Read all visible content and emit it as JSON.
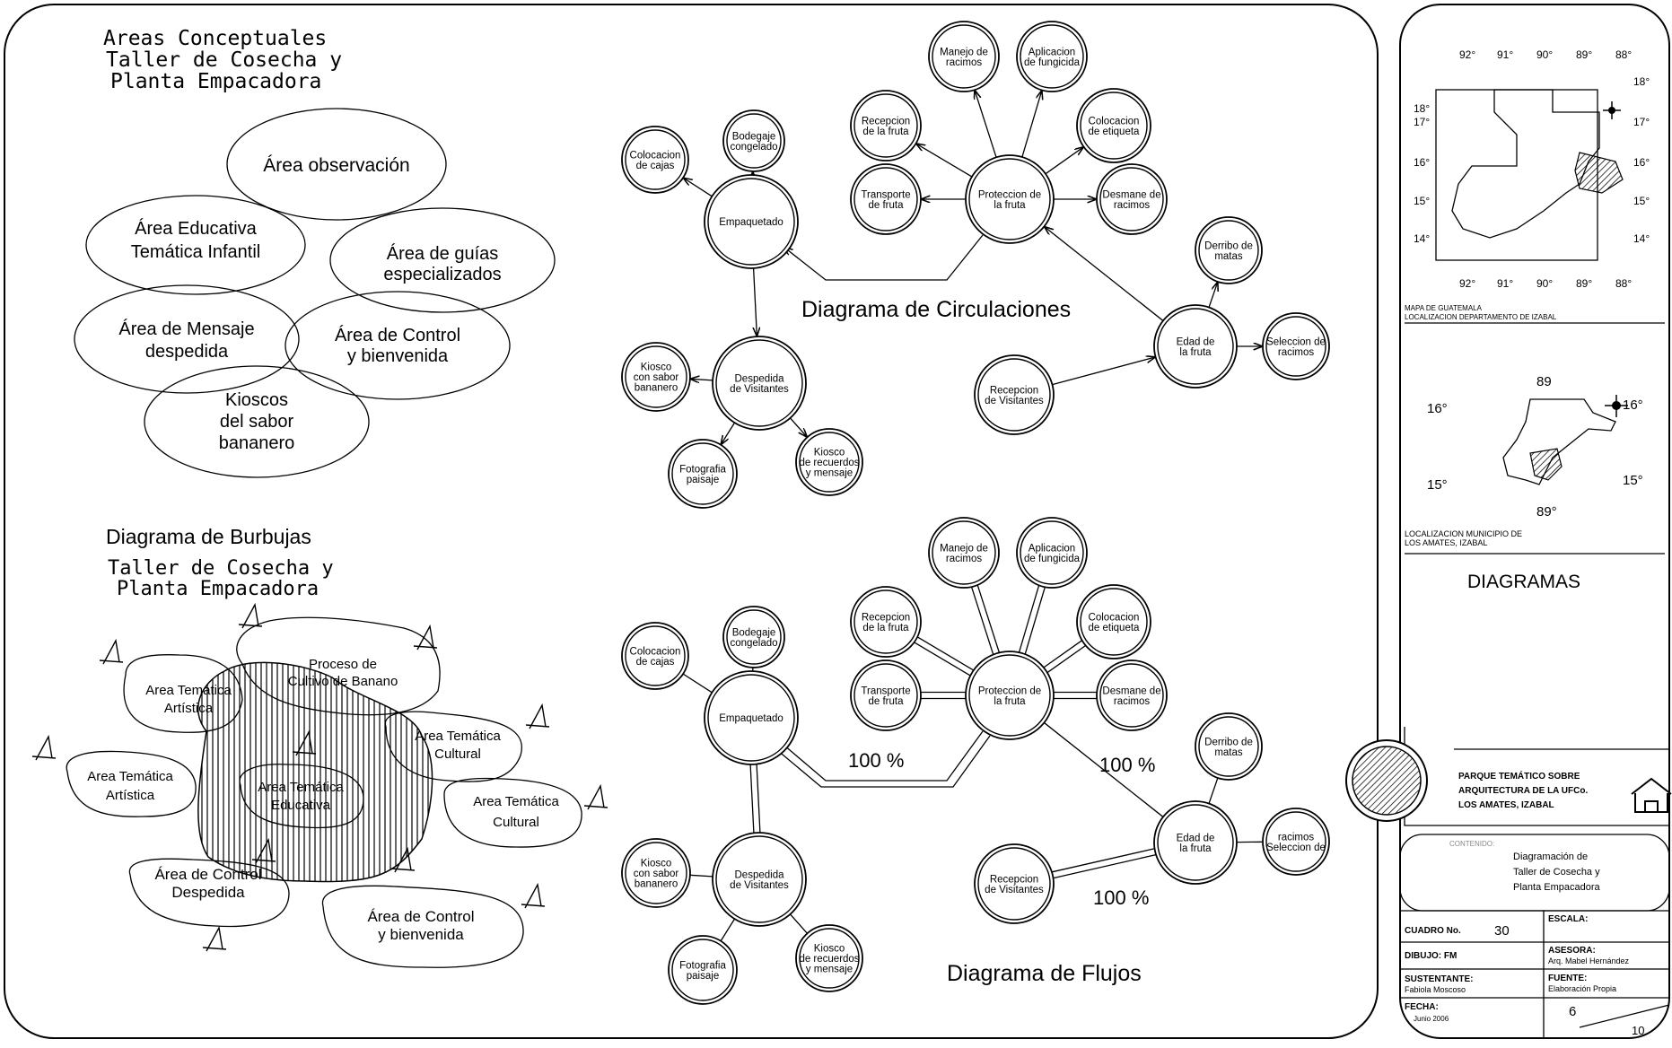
{
  "conceptual": {
    "title": [
      "Areas Conceptuales",
      "Taller de Cosecha y",
      "Planta Empacadora"
    ],
    "areas": {
      "observacion": [
        "Área observación"
      ],
      "educativa": [
        "Área Educativa",
        "Temática Infantil"
      ],
      "guias": [
        "Área de guías",
        "especializados"
      ],
      "mensaje": [
        "Área de Mensaje",
        "despedida"
      ],
      "control": [
        "Área de Control",
        "y bienvenida"
      ],
      "kioscos": [
        "Kioscos",
        "del sabor",
        "bananero"
      ]
    }
  },
  "bubbles": {
    "title": [
      "Diagrama de Burbujas",
      "Taller de Cosecha y",
      "Planta Empacadora"
    ],
    "areas": {
      "proceso": [
        "Proceso de",
        "Cultivo de Banano"
      ],
      "artistica1": [
        "Area Temática",
        "Artística"
      ],
      "artistica2": [
        "Area Temática",
        "Artística"
      ],
      "cultural1": [
        "Area Temática",
        "Cultural"
      ],
      "cultural2": [
        "Area Temática",
        "Cultural"
      ],
      "educativa": [
        "Area Temática",
        "Educativa"
      ],
      "despedida": [
        "Área de Control",
        "Despedida"
      ],
      "bienvenida": [
        "Área de Control",
        "y bienvenida"
      ]
    }
  },
  "circulation": {
    "title": "Diagrama de Circulaciones",
    "nodes": {
      "manejo": [
        "Manejo de",
        "racimos"
      ],
      "aplicacion": [
        "Aplicacion",
        "de fungicida"
      ],
      "recepcion_fruta": [
        "Recepcion",
        "de la fruta"
      ],
      "colocacion_etiqueta": [
        "Colocacion",
        "de etiqueta"
      ],
      "transporte": [
        "Transporte",
        "de fruta"
      ],
      "proteccion": [
        "Proteccion de",
        "la fruta"
      ],
      "desmane": [
        "Desmane de",
        "racimos"
      ],
      "bodegaje": [
        "Bodegaje",
        "congelado"
      ],
      "colocacion_cajas": [
        "Colocacion",
        "de cajas"
      ],
      "empaquetado": [
        "Empaquetado"
      ],
      "derribo": [
        "Derribo de",
        "matas"
      ],
      "edad": [
        "Edad de",
        "la fruta"
      ],
      "seleccion": [
        "Seleccion de",
        "racimos"
      ],
      "recepcion_visitantes": [
        "Recepcion",
        "de Visitantes"
      ],
      "kiosco": [
        "Kiosco",
        "con sabor",
        "bananero"
      ],
      "despedida": [
        "Despedida",
        "de Visitantes"
      ],
      "fotografia": [
        "Fotografia",
        "paisaje"
      ],
      "kiosco_recuerdo": [
        "Kiosco",
        "de recuerdos",
        "y mensaje"
      ]
    }
  },
  "flows": {
    "title": "Diagrama de Flujos",
    "percent_1": "100 %",
    "percent_2": "100 %",
    "percent_3": "100 %",
    "nodes": {
      "manejo": [
        "Manejo de",
        "racimos"
      ],
      "aplicacion": [
        "Aplicacion",
        "de fungicida"
      ],
      "recepcion_fruta": [
        "Recepcion",
        "de la fruta"
      ],
      "colocacion_etiqueta": [
        "Colocacion",
        "de etiqueta"
      ],
      "transporte": [
        "Transporte",
        "de fruta"
      ],
      "proteccion": [
        "Proteccion de",
        "la fruta"
      ],
      "desmane": [
        "Desmane de",
        "racimos"
      ],
      "bodegaje": [
        "Bodegaje",
        "congelado"
      ],
      "colocacion_cajas": [
        "Colocacion",
        "de cajas"
      ],
      "empaquetado": [
        "Empaquetado"
      ],
      "derribo": [
        "Derribo de",
        "matas"
      ],
      "edad": [
        "Edad de",
        "la fruta"
      ],
      "seleccion": [
        "racimos",
        "Seleccion de"
      ],
      "recepcion_visitantes": [
        "Recepcion",
        "de Visitantes"
      ],
      "kiosco": [
        "Kiosco",
        "con sabor",
        "bananero"
      ],
      "despedida": [
        "Despedida",
        "de Visitantes"
      ],
      "fotografia": [
        "Fotografia",
        "paisaje"
      ],
      "kiosco_recuerdo": [
        "Kiosco",
        "de recuerdos",
        "y mensaje"
      ]
    }
  },
  "map1": {
    "top_labels": [
      "92°",
      "91°",
      "90°",
      "89°",
      "88°"
    ],
    "bottom_labels": [
      "92°",
      "91°",
      "90°",
      "89°",
      "88°"
    ],
    "left_labels": [
      "18°",
      "17°",
      "16°",
      "15°",
      "14°"
    ],
    "right_labels": [
      "18°",
      "17°",
      "16°",
      "15°",
      "14°"
    ],
    "caption": [
      "MAPA DE GUATEMALA",
      "LOCALIZACION DEPARTAMENTO DE IZABAL"
    ]
  },
  "map2": {
    "top_label": "89",
    "bottom_label": "89°",
    "left_labels": [
      "16°",
      "15°"
    ],
    "right_labels": [
      "16°",
      "15°"
    ],
    "caption": [
      "LOCALIZACION MUNICIPIO DE",
      "LOS AMATES, IZABAL"
    ]
  },
  "sheet_title": "DIAGRAMAS",
  "project": [
    "PARQUE TEMÁTICO SOBRE",
    "ARQUITECTURA DE LA UFCo.",
    "LOS AMATES, IZABAL"
  ],
  "content": {
    "label": "CONTENIDO:",
    "lines": [
      "Diagramación de",
      "Taller de Cosecha y",
      "Planta Empacadora"
    ]
  },
  "title_block": {
    "cuadro_label": "CUADRO No.",
    "cuadro_value": "30",
    "escala_label": "ESCALA:",
    "dibujo_label": "DIBUJO: FM",
    "asesora_label": "ASESORA:",
    "asesora_value": "Arq. Mabel Hernández",
    "sustentante_label": "SUSTENTANTE:",
    "sustentante_value": "Fabiola Moscoso",
    "fuente_label": "FUENTE:",
    "fuente_value": "Elaboración Propia",
    "fecha_label": "FECHA:",
    "fecha_value": "Junio 2006",
    "sheet_no": "6",
    "sheet_total": "10"
  }
}
